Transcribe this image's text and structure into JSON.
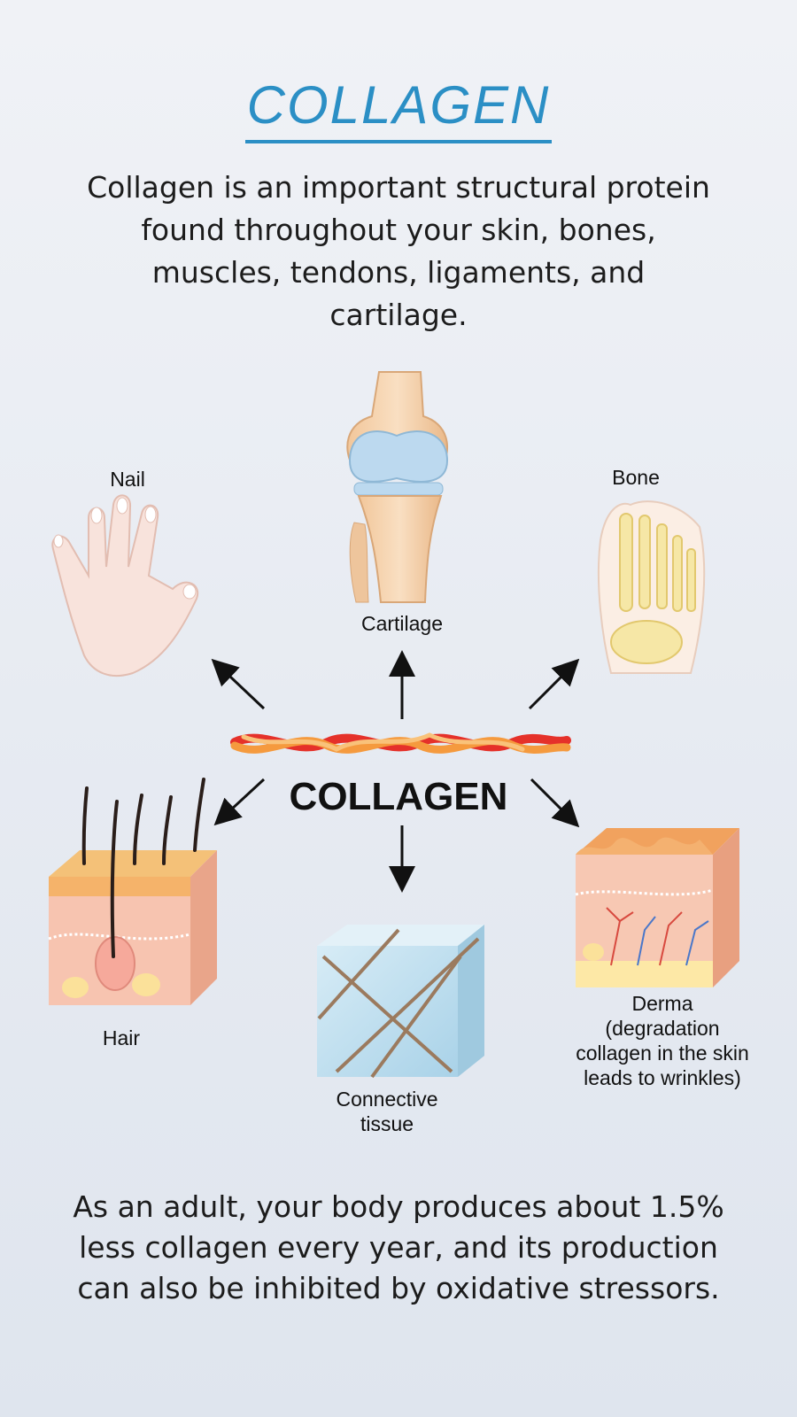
{
  "header": {
    "title": "COLLAGEN",
    "intro": "Collagen is an important structural protein found throughout your skin, bones, muscles, tendons, ligaments, and cartilage."
  },
  "diagram": {
    "center_label": "COLLAGEN",
    "labels": {
      "nail": "Nail",
      "cartilage": "Cartilage",
      "bone": "Bone",
      "hair": "Hair",
      "connective_1": "Connective",
      "connective_2": "tissue",
      "derma_1": "Derma",
      "derma_2": "(degradation",
      "derma_3": "collagen in the skin",
      "derma_4": "leads to wrinkles)"
    },
    "colors": {
      "title": "#2b8fc5",
      "fiber_red": "#e5312a",
      "fiber_orange": "#f59a3e",
      "skin": "#f5b8a0",
      "cartilage": "#bcd9ef"
    }
  },
  "footer": {
    "text": "As an adult, your body produces about 1.5% less collagen every year, and its production can also be inhibited by oxidative stressors."
  }
}
